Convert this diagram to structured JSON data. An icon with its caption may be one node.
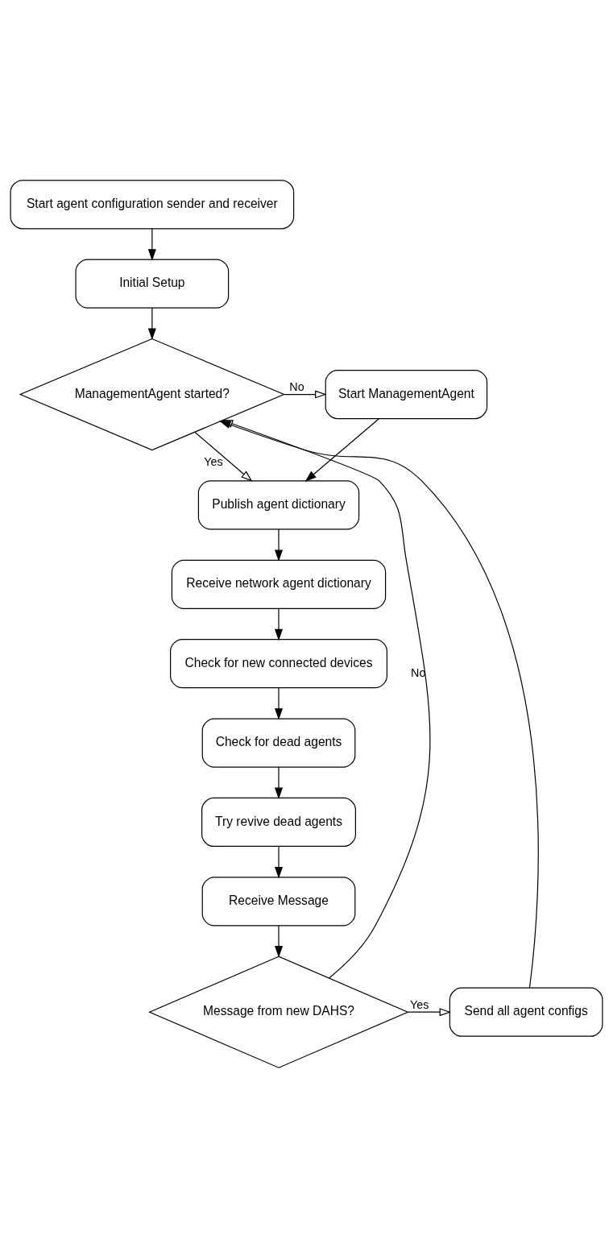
{
  "diagram": {
    "nodes": [
      {
        "text": [
          "Start agent configuration sender and receiver"
        ]
      },
      {
        "text": [
          "Initial Setup"
        ]
      },
      {
        "text": [
          "ManagementAgent started?"
        ]
      },
      {
        "text": [
          "Start ManagementAgent"
        ]
      },
      {
        "text": [
          "Publish agent dictionary"
        ]
      },
      {
        "text": [
          "Receive network agent dictionary"
        ]
      },
      {
        "text": [
          "Check for new connected devices"
        ]
      },
      {
        "text": [
          "Check for dead agents"
        ]
      },
      {
        "text": [
          "Try revive dead agents"
        ]
      },
      {
        "text": [
          "Receive Message"
        ]
      },
      {
        "text": [
          "Message from new DAHS?"
        ]
      },
      {
        "text": [
          "Send all agent configs"
        ]
      }
    ],
    "edges": [
      {
        "from": 0,
        "to": 1,
        "arrow": "to"
      },
      {
        "from": 1,
        "to": 2,
        "arrow": "to"
      },
      {
        "from": 2,
        "to": 3,
        "arrow": "to",
        "label": "No"
      },
      {
        "from": 2,
        "to": 4,
        "arrow": "to",
        "label": "Yes"
      },
      {
        "from": 3,
        "to": 4,
        "arrow": "to"
      },
      {
        "from": 4,
        "to": 5,
        "arrow": "to"
      },
      {
        "from": 5,
        "to": 6,
        "arrow": "to"
      },
      {
        "from": 6,
        "to": 7,
        "arrow": "to"
      },
      {
        "from": 7,
        "to": 8,
        "arrow": "to"
      },
      {
        "from": 8,
        "to": 9,
        "arrow": "to"
      },
      {
        "from": 9,
        "to": 10,
        "arrow": "to"
      },
      {
        "from": 10,
        "to": 11,
        "arrow": "to",
        "label": "Yes"
      },
      {
        "from": 10,
        "to": 2,
        "arrow": "to",
        "label": "No"
      },
      {
        "from": 11,
        "to": 2,
        "arrow": "to"
      }
    ]
  }
}
